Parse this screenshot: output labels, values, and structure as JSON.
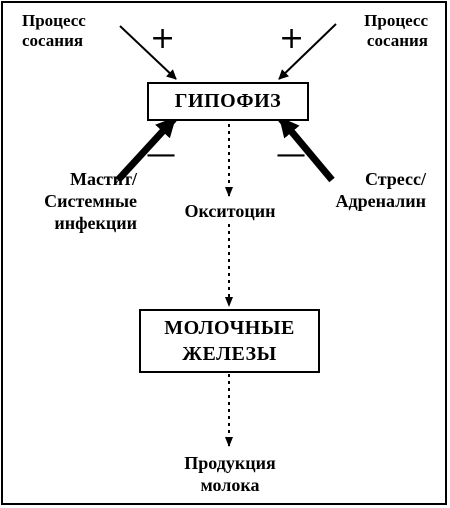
{
  "nodes": {
    "suckling_left": [
      "Процесс",
      "сосания"
    ],
    "suckling_right": [
      "Процесс",
      "сосания"
    ],
    "pituitary": "ГИПОФИЗ",
    "mastitis": [
      "Мастит/",
      "Системные",
      "инфекции"
    ],
    "stress": [
      "Стресс/",
      "Адреналин"
    ],
    "oxytocin": "Окситоцин",
    "mammary_glands": [
      "МОЛОЧНЫЕ",
      "ЖЕЛЕЗЫ"
    ],
    "milk_production": [
      "Продукция",
      "молока"
    ]
  },
  "signs": {
    "suckling_left": "+",
    "suckling_right": "+",
    "mastitis": "—",
    "stress": "—"
  },
  "colors": {
    "line": "#000000",
    "background": "#ffffff"
  }
}
